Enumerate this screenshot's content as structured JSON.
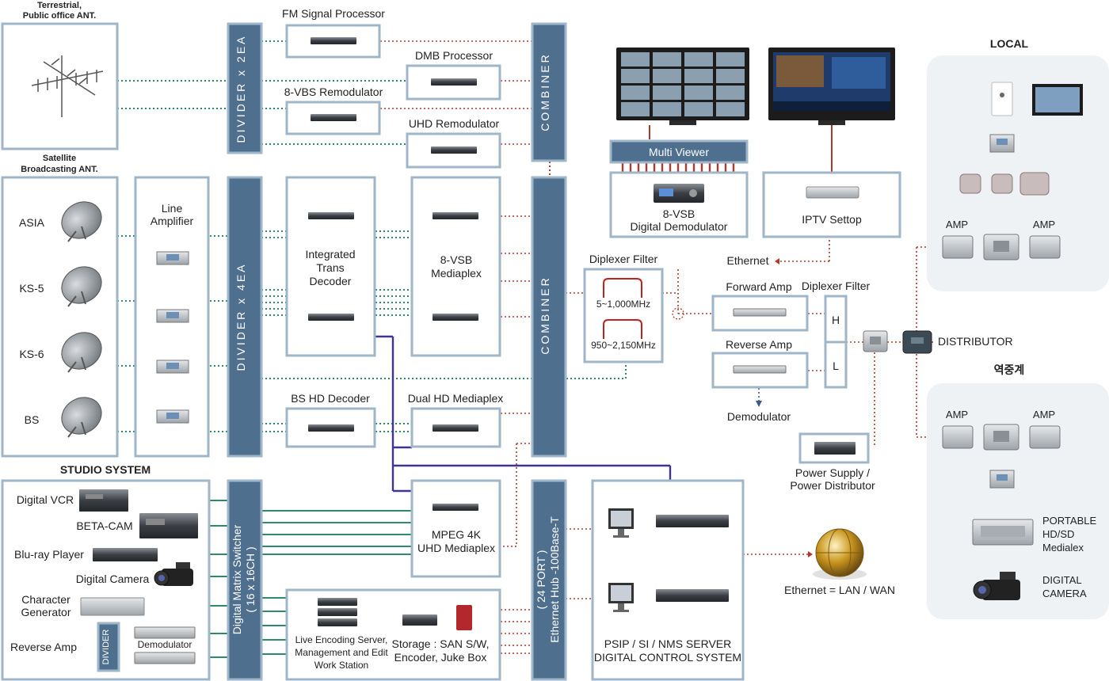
{
  "labels": {
    "terrestrial_1": "Terrestrial,",
    "terrestrial_2": "Public office ANT.",
    "satellite_1": "Satellite",
    "satellite_2": "Broadcasting ANT.",
    "studio_system": "STUDIO SYSTEM",
    "local": "LOCAL",
    "relay": "역중계"
  },
  "antennas": {
    "asia": "ASIA",
    "ks5": "KS-5",
    "ks6": "KS-6",
    "bs": "BS"
  },
  "line_amp": {
    "line1": "Line",
    "line2": "Amplifier"
  },
  "dividers": {
    "div2": "DIVIDER x 2EA",
    "div4": "DIVIDER x 4EA",
    "small": "DIVIDER"
  },
  "combiners": {
    "top": "COMBINER",
    "mid": "COMBINER"
  },
  "processors": {
    "fm": "FM Signal Processor",
    "dmb": "DMB Processor",
    "vbs": "8-VBS Remodulator",
    "uhd": "UHD Remodulator",
    "bs_hd": "BS HD Decoder",
    "dual_hd": "Dual HD Mediaplex"
  },
  "itd": {
    "l1": "Integrated",
    "l2": "Trans",
    "l3": "Decoder"
  },
  "vsb_mediaplex": {
    "l1": "8-VSB",
    "l2": "Mediaplex"
  },
  "multiviewer": {
    "title": "Multi Viewer",
    "demod1": "8-VSB",
    "demod2": "Digital Demodulator"
  },
  "iptv": {
    "label": "IPTV Settop",
    "ethernet": "Ethernet"
  },
  "diplexer": {
    "title": "Diplexer Filter",
    "band1": "5~1,000MHz",
    "band2": "950~2,150MHz",
    "title2": "Diplexer Filter",
    "h": "H",
    "l": "L"
  },
  "amps": {
    "forward": "Forward Amp",
    "reverse": "Reverse Amp",
    "demodulator": "Demodulator",
    "amp": "AMP"
  },
  "distributor": "DISTRIBUTOR",
  "power": {
    "l1": "Power Supply /",
    "l2": "Power Distributor"
  },
  "studio": {
    "vcr": "Digital VCR",
    "betacam": "BETA-CAM",
    "bluray": "Blu-ray Player",
    "dcamera": "Digital Camera",
    "chargen1": "Character",
    "chargen2": "Generator",
    "reverse_amp": "Reverse Amp",
    "demodulator": "Demodulator"
  },
  "matrix": {
    "l1": "Digital  Matrix  Switcher",
    "l2": "( 16 x 16CH )"
  },
  "mpeg4k": {
    "l1": "MPEG 4K",
    "l2": "UHD Mediaplex"
  },
  "encoding": {
    "l1": "Live Encoding Server,",
    "l2": "Management and Edit",
    "l3": "Work Station",
    "storage1": "Storage : SAN S/W,",
    "storage2": "Encoder, Juke Box"
  },
  "hub": {
    "l1": "( 24 PORT )",
    "l2": "Ethernet Hub -100Base-T"
  },
  "psip": {
    "l1": "PSIP / SI / NMS  SERVER",
    "l2": "DIGITAL CONTROL SYSTEM"
  },
  "ethernet_lan": "Ethernet = LAN / WAN",
  "local_devices": {
    "portable1": "PORTABLE",
    "portable2": "HD/SD",
    "portable3": "Medialex",
    "camera1": "DIGITAL",
    "camera2": "CAMERA"
  },
  "colors": {
    "box_border": "#9fb6c9",
    "dark_block": "#4f6f8f",
    "green_line": "#2e8b6a",
    "red_line": "#b0392a",
    "purple_line": "#3f3591",
    "panel_bg": "#eef2f5"
  }
}
